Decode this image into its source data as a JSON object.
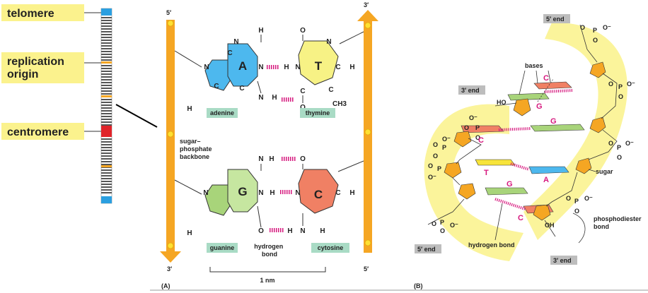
{
  "chromosome": {
    "labels": [
      "telomere",
      "replication origin",
      "centromere"
    ]
  },
  "panel_a": {
    "panel_label": "(A)",
    "strand_ends": {
      "left_top": "5′",
      "left_bottom": "3′",
      "right_top": "3′",
      "right_bottom": "5′"
    },
    "backbone_label": "sugar–\nphosphate\nbackbone",
    "bases": {
      "A": {
        "letter": "A",
        "name": "adenine"
      },
      "T": {
        "letter": "T",
        "name": "thymine"
      },
      "G": {
        "letter": "G",
        "name": "guanine"
      },
      "C": {
        "letter": "C",
        "name": "cytosine"
      }
    },
    "hydrogen_bond_label": "hydrogen\nbond",
    "scale_label": "1 nm",
    "ch3": "CH3"
  },
  "panel_b": {
    "panel_label": "(B)",
    "end_labels": [
      "5′ end",
      "3′ end",
      "5′ end",
      "3′ end"
    ],
    "labels": {
      "bases": "bases",
      "sugar": "sugar",
      "phosphodiester": "phosphodiester\nbond",
      "hydrogen_bond": "hydrogen bond",
      "ho": "HO",
      "oh": "OH"
    },
    "base_letters": [
      "C",
      "G",
      "G",
      "C",
      "T",
      "A",
      "G",
      "C"
    ]
  },
  "colors": {
    "label_bg": "#fbf28d",
    "backbone": "#f5a623",
    "adenine": "#4db8ee",
    "thymine": "#f7f285",
    "guanine": "#a8d47a",
    "cytosine": "#f08064",
    "name_box": "#a9dbc5",
    "helix_band": "#fbf49b",
    "hbond": "#d6187e"
  }
}
